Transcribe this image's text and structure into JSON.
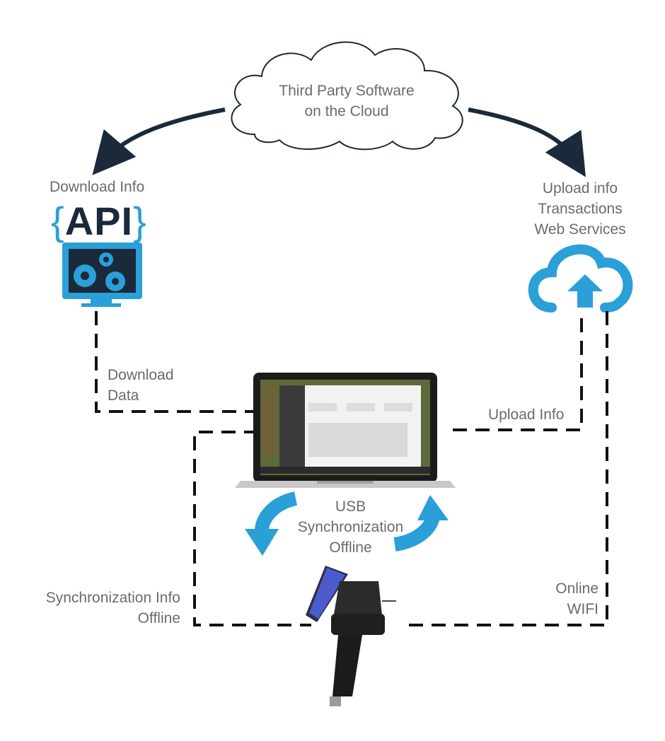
{
  "cloud": {
    "label_line1": "Third Party Software",
    "label_line2": "on the Cloud"
  },
  "left_node": {
    "title": "Download Info",
    "api_open": "{",
    "api_word": "API",
    "api_close": "}"
  },
  "right_node": {
    "line1": "Upload info",
    "line2": "Transactions",
    "line3": "Web Services"
  },
  "edges": {
    "download_data_line1": "Download",
    "download_data_line2": "Data",
    "upload_info": "Upload Info",
    "usb_line1": "USB",
    "usb_line2": "Synchronization",
    "usb_line3": "Offline",
    "sync_info_line1": "Synchronization Info",
    "sync_info_line2": "Offline",
    "online_line1": "Online",
    "online_line2": "WIFI"
  },
  "colors": {
    "accent_blue": "#2a9fd8",
    "dark": "#1a2a3a",
    "dash": "#111111",
    "text": "#6b6b6b"
  }
}
